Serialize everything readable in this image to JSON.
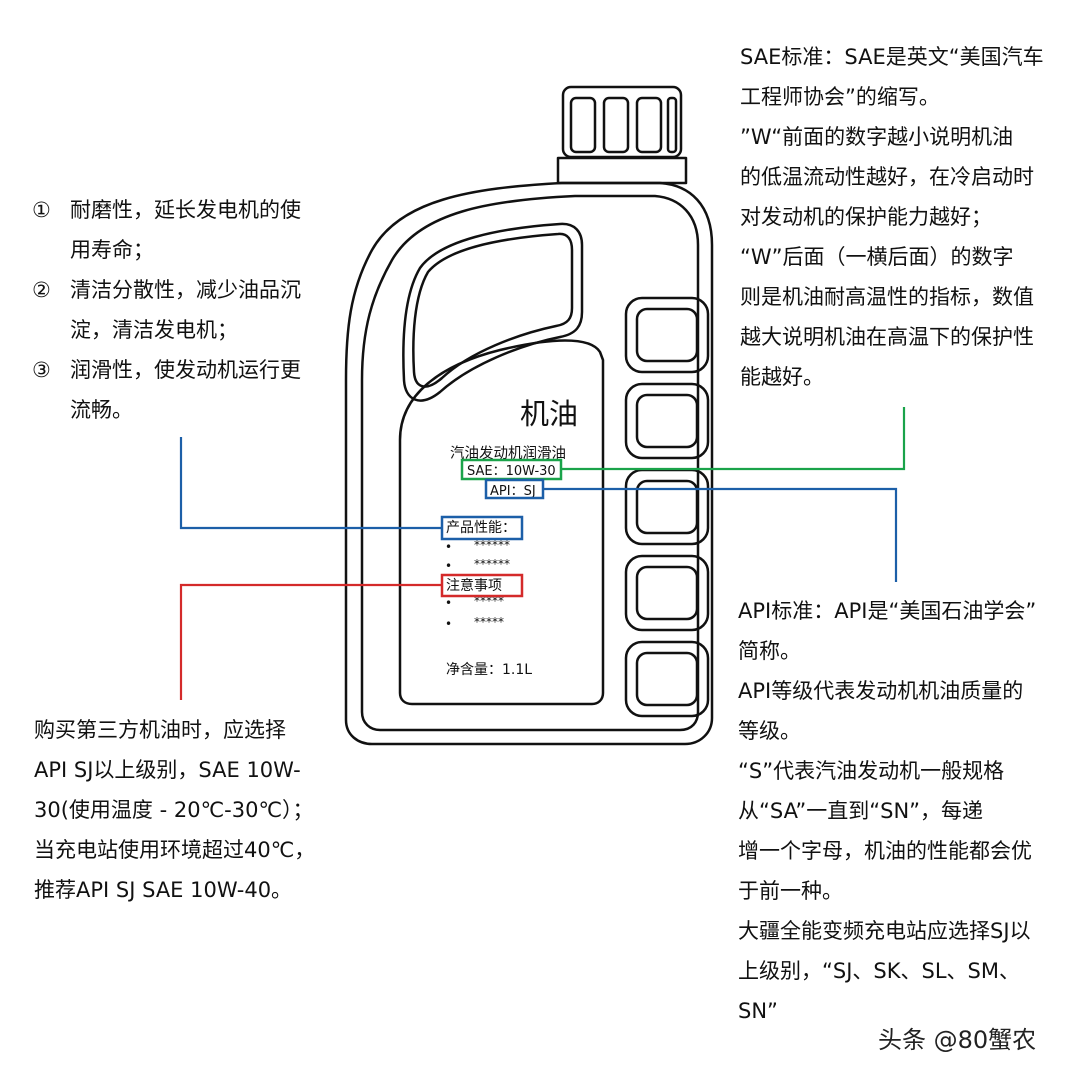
{
  "left_features": [
    {
      "num": "①",
      "lines": [
        "耐磨性，延长发电机的使",
        "用寿命；"
      ]
    },
    {
      "num": "②",
      "lines": [
        "清洁分散性，减少油品沉",
        "淀，清洁发电机；"
      ]
    },
    {
      "num": "③",
      "lines": [
        "润滑性，使发动机运行更",
        "流畅。"
      ]
    }
  ],
  "left_bottom_lines": [
    "购买第三方机油时，应选择",
    "API SJ以上级别，SAE 10W-",
    "30(使用温度 - 20℃-30℃）；",
    "当充电站使用环境超过40℃，",
    "推荐API SJ SAE 10W-40。"
  ],
  "right_top_lines": [
    "SAE标准：SAE是英文“美国汽车",
    "工程师协会”的缩写。",
    "”W“前面的数字越小说明机油",
    "的低温流动性越好，在冷启动时",
    "对发动机的保护能力越好；",
    "“W”后面（一横后面）的数字",
    "则是机油耐高温性的指标，数值",
    "越大说明机油在高温下的保护性",
    "能越好。"
  ],
  "right_bottom_lines": [
    "API标准：API是“美国石油学会”",
    "简称。",
    "API等级代表发动机机油质量的",
    "等级。",
    "“S”代表汽油发动机一般规格",
    "从“SA”一直到“SN”，每递",
    "增一个字母，机油的性能都会优",
    "于前一种。",
    "大疆全能变频充电站应选择SJ以",
    "上级别，“SJ、SK、SL、SM、",
    "SN”"
  ],
  "bottle_label": {
    "title": "机油",
    "subtitle": "汽油发动机润滑油",
    "sae": "SAE：10W-30",
    "api": "API：SJ",
    "performance_heading": "产品性能：",
    "performance_items": [
      "******",
      "******"
    ],
    "caution_heading": "注意事项",
    "caution_items": [
      "*****",
      "*****"
    ],
    "net_content": "净含量：1.1L",
    "bullet": "•"
  },
  "watermark": "头条 @80蟹农",
  "colors": {
    "green": "#1aa34a",
    "blue": "#1c5fa8",
    "red": "#d42a2a",
    "outline": "#111111"
  }
}
